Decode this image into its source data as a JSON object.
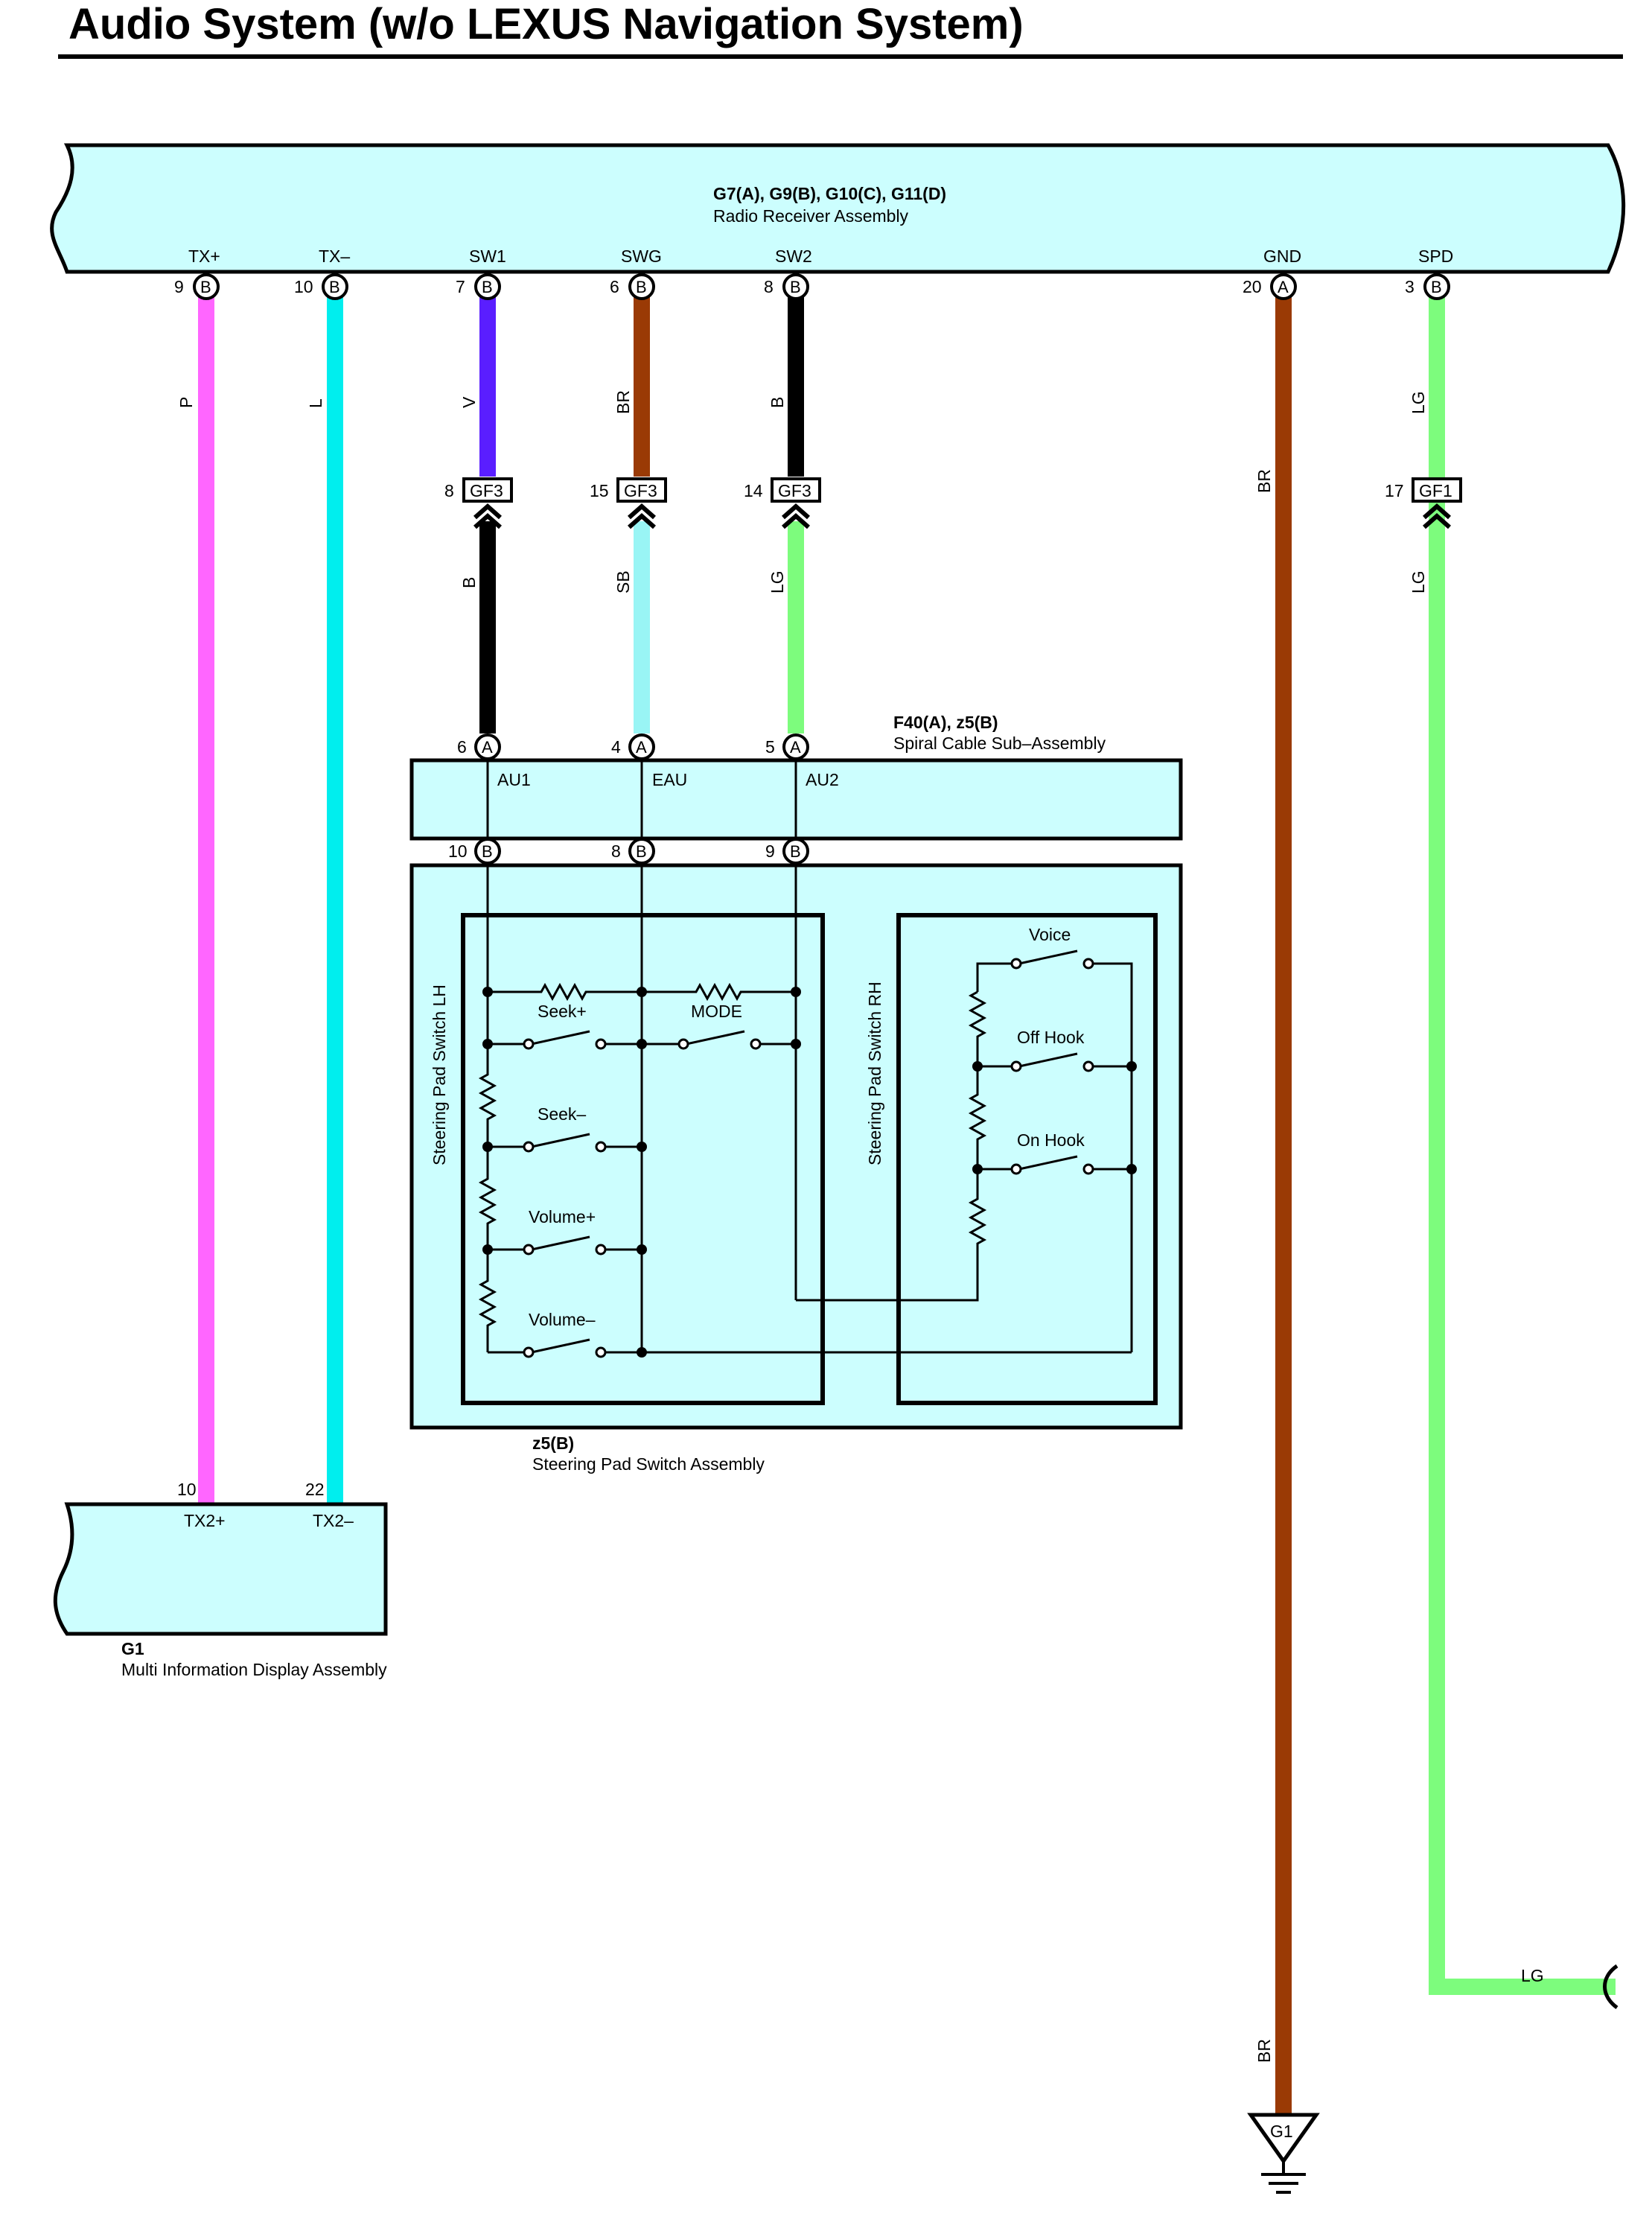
{
  "title": "Audio System (w/o LEXUS Navigation System)",
  "colors": {
    "P": "#ff66ff",
    "L": "#00eeee",
    "V": "#5a1eff",
    "BR": "#9a3a05",
    "B": "#000000",
    "SB": "#99f5f5",
    "LG": "#7dfc7d",
    "fill": "#ccfefe"
  },
  "radio_receiver": {
    "codes": "G7(A), G9(B), G10(C), G11(D)",
    "name": "Radio Receiver Assembly",
    "terminals": [
      {
        "label": "TX+",
        "pin": "9",
        "conn": "B"
      },
      {
        "label": "TX–",
        "pin": "10",
        "conn": "B"
      },
      {
        "label": "SW1",
        "pin": "7",
        "conn": "B"
      },
      {
        "label": "SWG",
        "pin": "6",
        "conn": "B"
      },
      {
        "label": "SW2",
        "pin": "8",
        "conn": "B"
      },
      {
        "label": "GND",
        "pin": "20",
        "conn": "A"
      },
      {
        "label": "SPD",
        "pin": "3",
        "conn": "B"
      }
    ]
  },
  "wires_upper": [
    "P",
    "L",
    "V",
    "BR",
    "B",
    "BR",
    "LG"
  ],
  "junctions": [
    {
      "pin": "8",
      "name": "GF3"
    },
    {
      "pin": "15",
      "name": "GF3"
    },
    {
      "pin": "14",
      "name": "GF3"
    },
    {
      "pin": "17",
      "name": "GF1"
    }
  ],
  "wires_lower": [
    "B",
    "SB",
    "LG",
    "LG"
  ],
  "spiral_cable": {
    "codes": "F40(A), z5(B)",
    "name": "Spiral Cable Sub–Assembly",
    "top_pins": [
      {
        "pin": "6",
        "conn": "A",
        "label": "AU1"
      },
      {
        "pin": "4",
        "conn": "A",
        "label": "EAU"
      },
      {
        "pin": "5",
        "conn": "A",
        "label": "AU2"
      }
    ],
    "bottom_pins": [
      {
        "pin": "10",
        "conn": "B"
      },
      {
        "pin": "8",
        "conn": "B"
      },
      {
        "pin": "9",
        "conn": "B"
      }
    ]
  },
  "steering_pad": {
    "code": "z5(B)",
    "name": "Steering Pad Switch Assembly",
    "lh_label": "Steering Pad Switch LH",
    "rh_label": "Steering Pad Switch RH",
    "lh_switches": [
      "Seek+",
      "MODE",
      "Seek–",
      "Volume+",
      "Volume–"
    ],
    "rh_switches": [
      "Voice",
      "Off Hook",
      "On Hook"
    ]
  },
  "mid": {
    "code": "G1",
    "name": "Multi Information Display Assembly",
    "pins": [
      {
        "pin": "10",
        "label": "TX2+"
      },
      {
        "pin": "22",
        "label": "TX2–"
      }
    ]
  },
  "gnd_wire": "BR",
  "ground": "G1",
  "spd_out": "LG"
}
